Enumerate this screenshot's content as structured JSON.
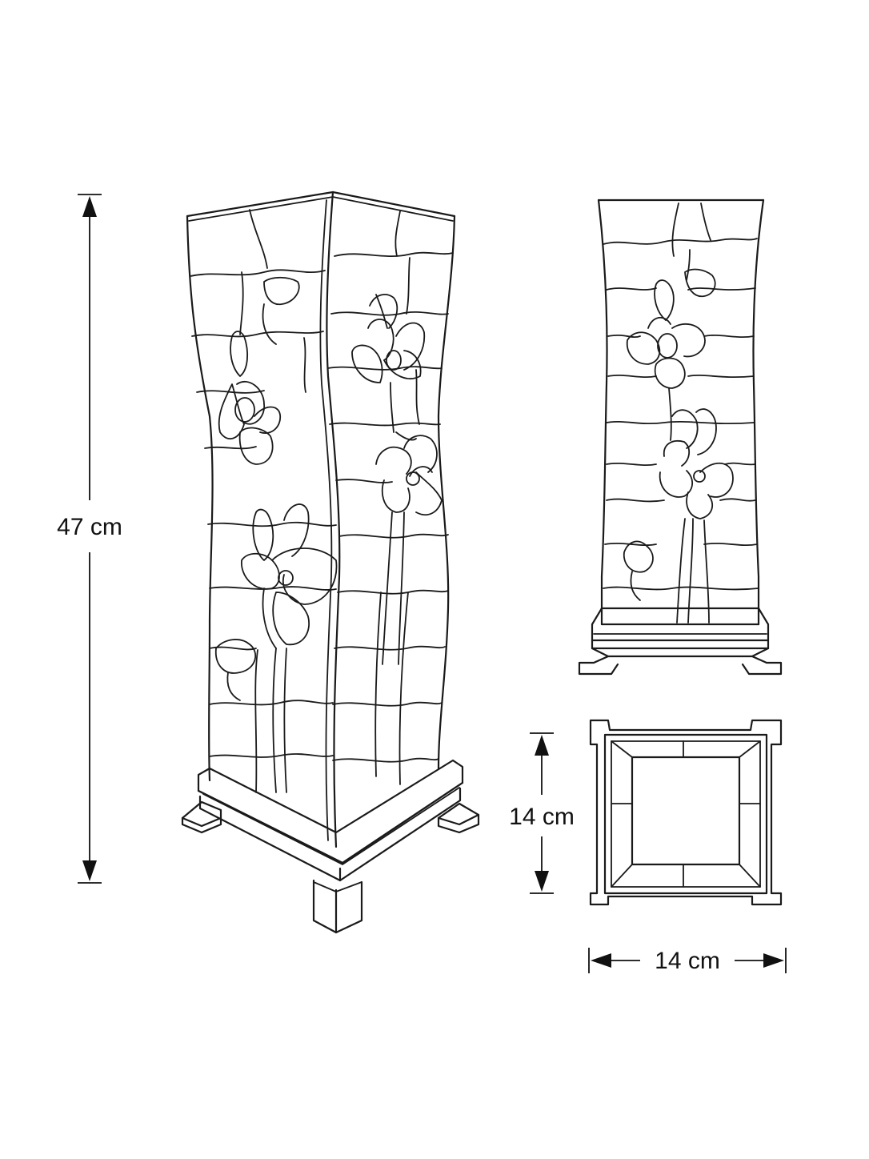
{
  "dimensions": {
    "height_label": "47 cm",
    "depth_label": "14 cm",
    "width_label": "14 cm"
  },
  "colors": {
    "line": "#1a1a1a",
    "background": "#ffffff"
  }
}
